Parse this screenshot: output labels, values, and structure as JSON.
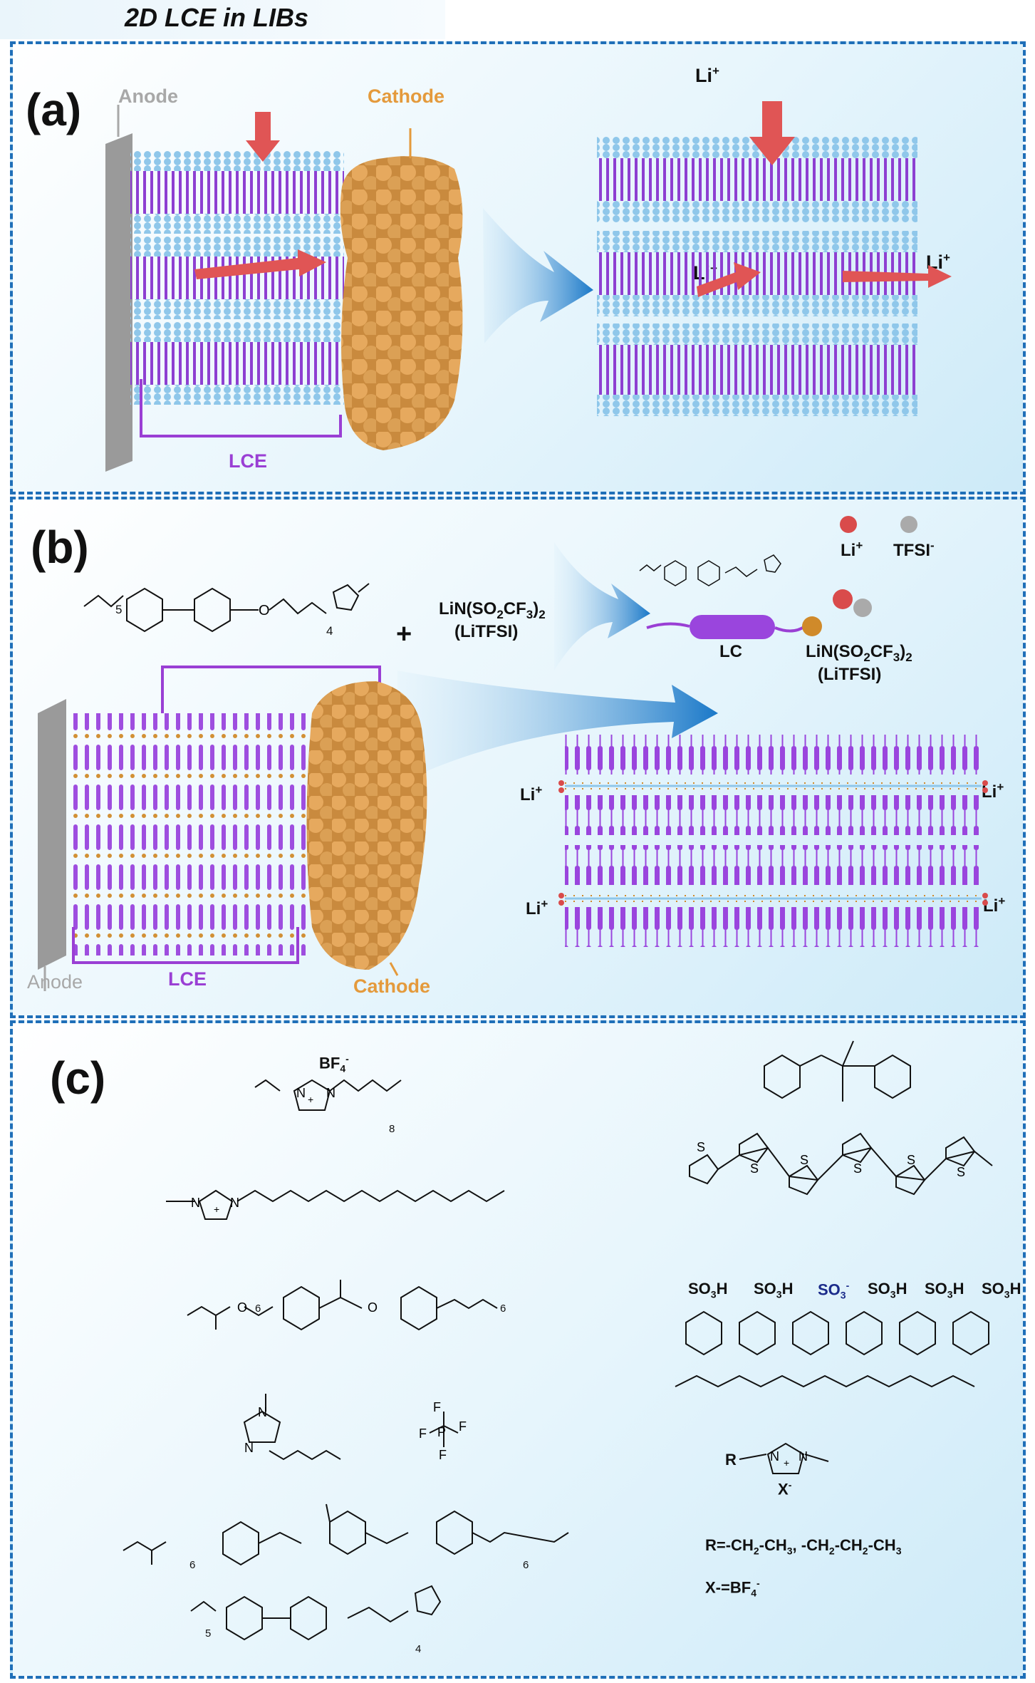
{
  "title": "2D LCE in LIBs",
  "panel_a": {
    "label": "(a)",
    "anode": "Anode",
    "cathode": "Cathode",
    "lce": "LCE",
    "li_ion": "Li",
    "li_charge": "+"
  },
  "panel_b": {
    "label": "(b)",
    "salt_formula": "LiN(SO",
    "salt_sub1": "2",
    "salt_cf": "CF",
    "salt_sub2": "3",
    "salt_close": ")",
    "salt_sub3": "2",
    "salt_name": "(LiTFSI)",
    "plus": "+",
    "legend_li": "Li",
    "legend_li_charge": "+",
    "legend_tfsi": "TFSI",
    "legend_tfsi_charge": "-",
    "lc": "LC",
    "anode": "Anode",
    "lce": "LCE",
    "cathode": "Cathode",
    "li_ion": "Li",
    "li_charge": "+",
    "chain_sub1": "5",
    "chain_sub2": "4"
  },
  "panel_c": {
    "label": "(c)",
    "bf4": "BF",
    "bf4_sub": "4",
    "bf4_charge": "-",
    "sub_8": "8",
    "sub_6": "6",
    "sub_5": "5",
    "sub_4": "4",
    "so3h": "SO",
    "so3h_sub": "3",
    "so3h_h": "H",
    "so3_minus": "-",
    "r_def": "R=-CH",
    "r_def_rest": "-CH",
    "x_def": "X-=BF",
    "x_def_sub": "4",
    "x_def_charge": "-",
    "x_label": "X",
    "x_charge": "-",
    "r_label": "R",
    "n_atom": "N",
    "s_atom": "S",
    "o_atom": "O",
    "p_atom": "P",
    "f_atom": "F",
    "plus_sign": "+"
  },
  "colors": {
    "border": "#1f6fb8",
    "lipid_head": "#8fc7ea",
    "lipid_tail": "#8d3fd1",
    "cathode": "#e0a35a",
    "anode": "#9a9a9a",
    "arrow_red": "#e05555",
    "arrow_blue": "#2a86cf",
    "label_orange": "#e49a3c",
    "label_purple": "#9a3fd4",
    "label_gray": "#a8a8a8"
  }
}
